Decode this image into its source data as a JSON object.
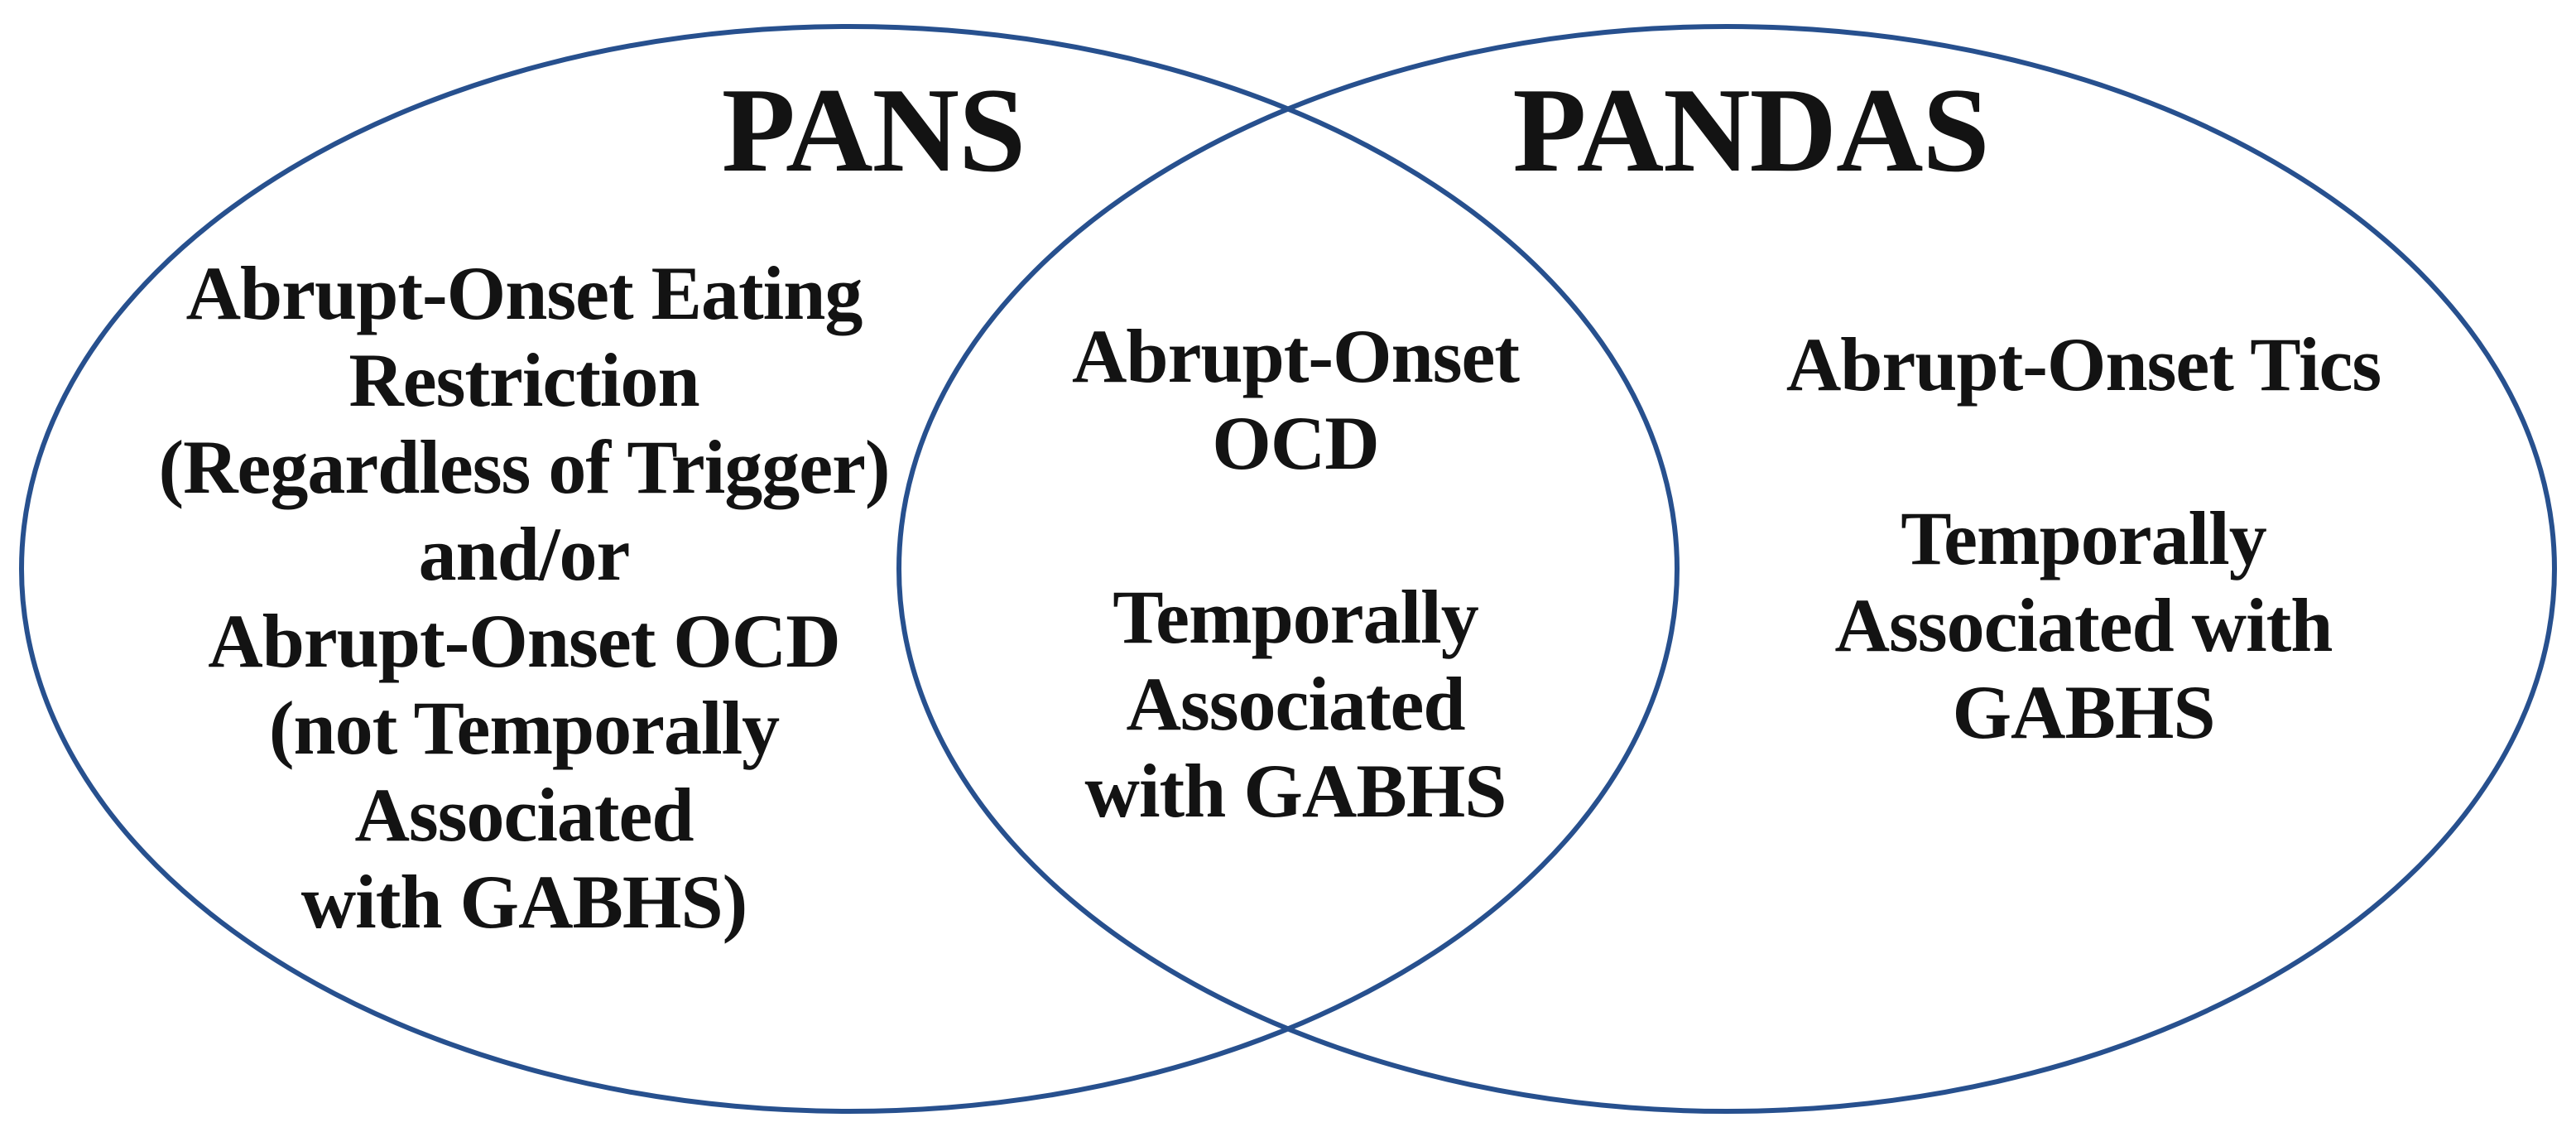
{
  "diagram": {
    "type": "venn",
    "left_title": "PANS",
    "right_title": "PANDAS",
    "left_region_text": "Abrupt-Onset Eating\nRestriction\n(Regardless of Trigger)\nand/or\nAbrupt-Onset OCD\n(not Temporally\nAssociated\nwith GABHS)",
    "intersection_text": "Abrupt-Onset\nOCD\n\nTemporally\nAssociated\nwith GABHS",
    "right_region_text": "Abrupt-Onset Tics\n\nTemporally\nAssociated with\nGABHS",
    "colors": {
      "ellipse_stroke": "#27508e",
      "text": "#131313",
      "background": "#ffffff"
    }
  }
}
